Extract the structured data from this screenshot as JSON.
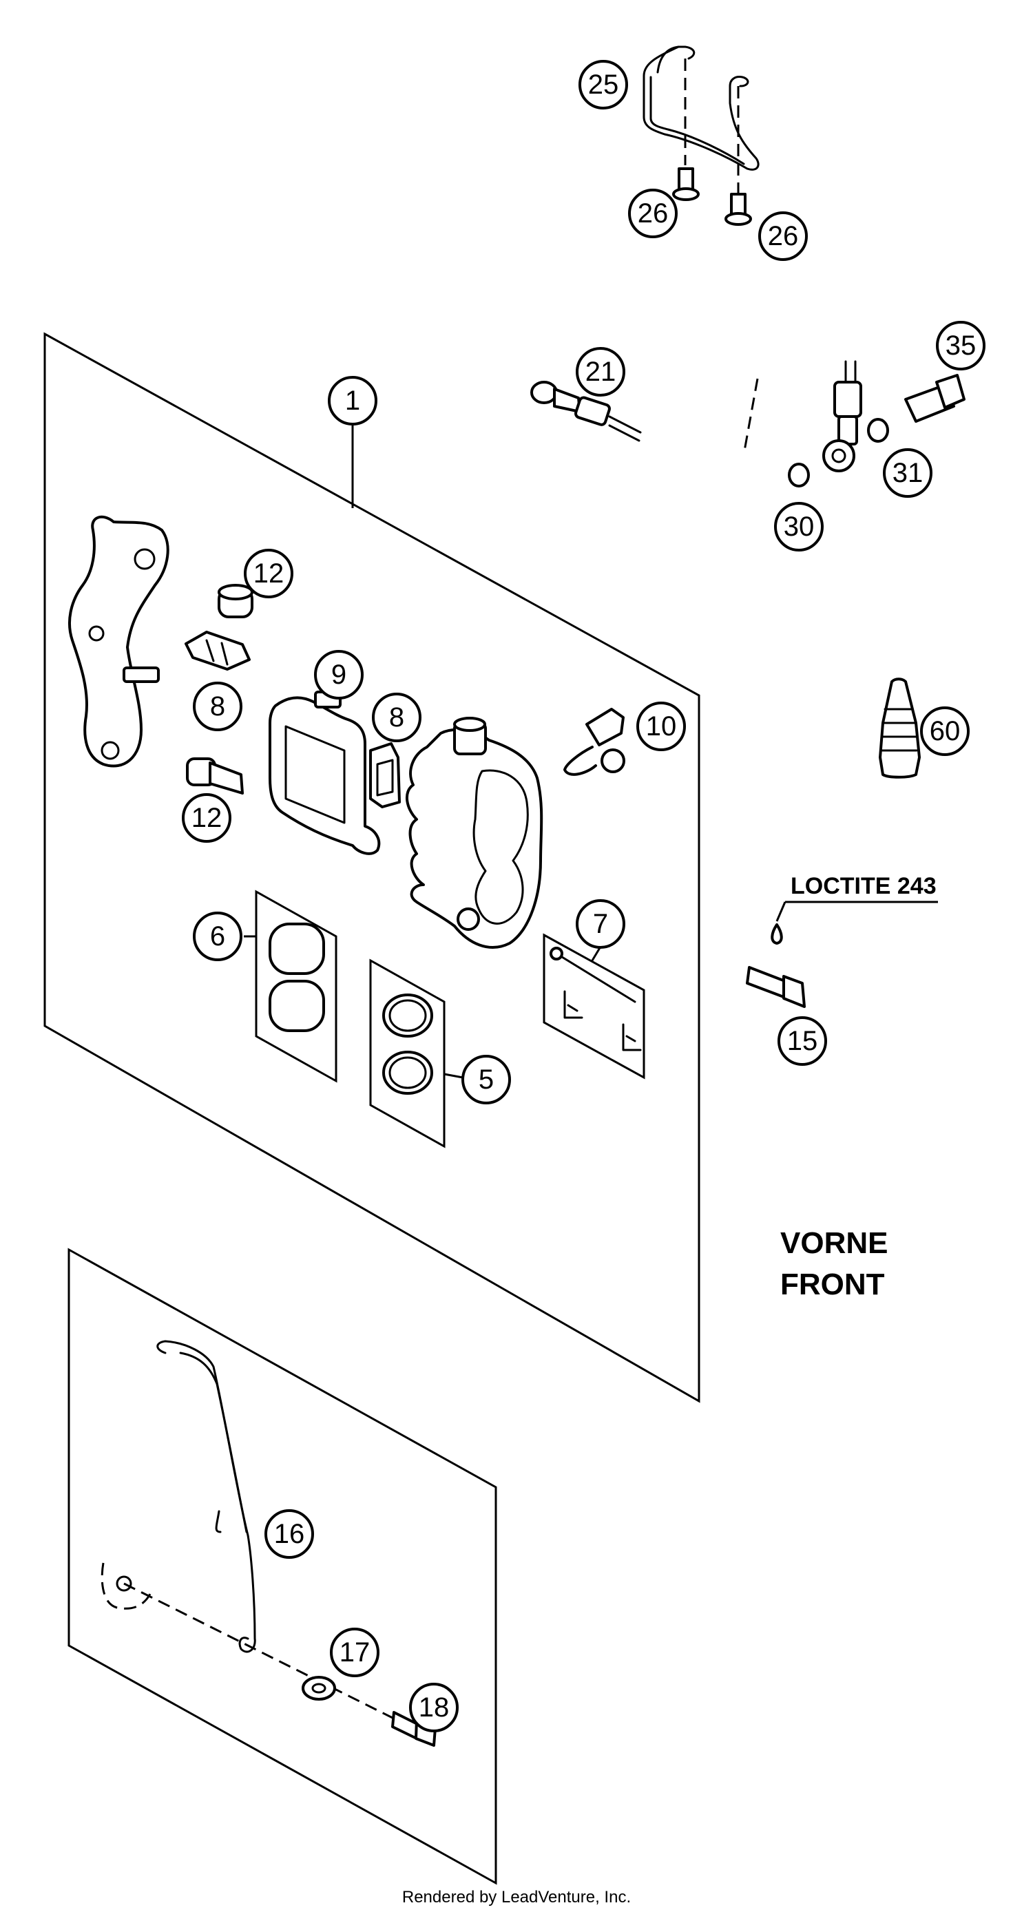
{
  "labels": {
    "loctite": "LOCTITE 243",
    "vorne": "VORNE",
    "front": "FRONT"
  },
  "footer": "Rendered by LeadVenture, Inc.",
  "callouts": [
    {
      "id": "c1",
      "text": "1"
    },
    {
      "id": "c5",
      "text": "5"
    },
    {
      "id": "c6",
      "text": "6"
    },
    {
      "id": "c7",
      "text": "7"
    },
    {
      "id": "c8a",
      "text": "8"
    },
    {
      "id": "c8b",
      "text": "8"
    },
    {
      "id": "c9",
      "text": "9"
    },
    {
      "id": "c10",
      "text": "10"
    },
    {
      "id": "c12a",
      "text": "12"
    },
    {
      "id": "c12b",
      "text": "12"
    },
    {
      "id": "c15",
      "text": "15"
    },
    {
      "id": "c16",
      "text": "16"
    },
    {
      "id": "c17",
      "text": "17"
    },
    {
      "id": "c18",
      "text": "18"
    },
    {
      "id": "c21",
      "text": "21"
    },
    {
      "id": "c25",
      "text": "25"
    },
    {
      "id": "c26a",
      "text": "26"
    },
    {
      "id": "c26b",
      "text": "26"
    },
    {
      "id": "c30",
      "text": "30"
    },
    {
      "id": "c31",
      "text": "31"
    },
    {
      "id": "c35",
      "text": "35"
    },
    {
      "id": "c60",
      "text": "60"
    }
  ]
}
